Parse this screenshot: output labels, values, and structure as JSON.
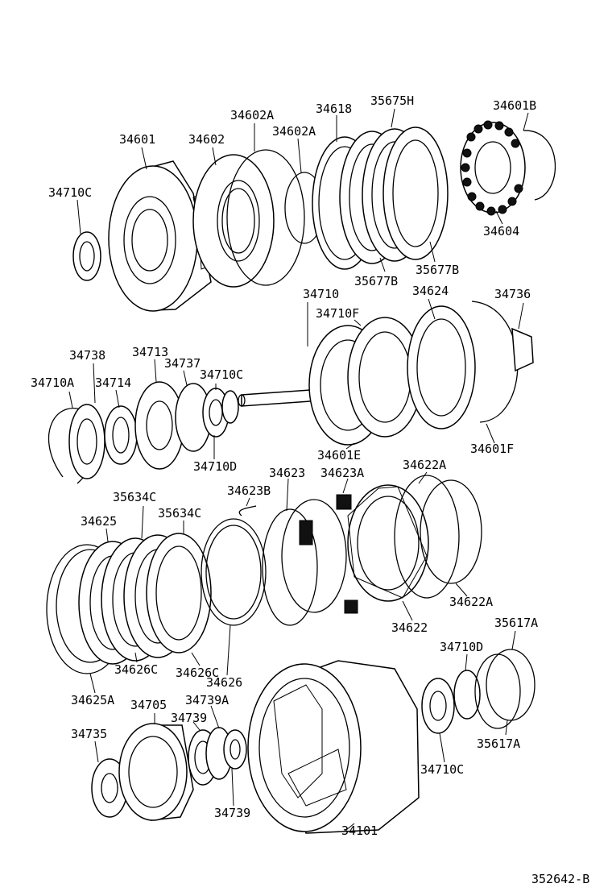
{
  "figure_id": "352642-B",
  "labels": {
    "l34601": "34601",
    "l34602": "34602",
    "l34602A_a": "34602A",
    "l34602A_b": "34602A",
    "l34618": "34618",
    "l35675H": "35675H",
    "l34601B": "34601B",
    "l34710C_a": "34710C",
    "l34604": "34604",
    "l35677B_a": "35677B",
    "l35677B_b": "35677B",
    "l34710": "34710",
    "l34624": "34624",
    "l34736": "34736",
    "l34710F": "34710F",
    "l34738": "34738",
    "l34713": "34713",
    "l34737": "34737",
    "l34710C_b": "34710C",
    "l34710A": "34710A",
    "l34714": "34714",
    "l34710D_a": "34710D",
    "l34601E": "34601E",
    "l34601F": "34601F",
    "l34623": "34623",
    "l34623A": "34623A",
    "l34622A_a": "34622A",
    "l34623B": "34623B",
    "l35634C_a": "35634C",
    "l34625": "34625",
    "l35634C_b": "35634C",
    "l34622A_b": "34622A",
    "l34622": "34622",
    "l35617A_a": "35617A",
    "l34710D_b": "34710D",
    "l34626": "34626",
    "l34626C_a": "34626C",
    "l34626C_b": "34626C",
    "l34625A": "34625A",
    "l34705": "34705",
    "l34739A": "34739A",
    "l34739_a": "34739",
    "l34735": "34735",
    "l35617A_b": "35617A",
    "l34710C_c": "34710C",
    "l34739_b": "34739",
    "l34101": "34101"
  }
}
